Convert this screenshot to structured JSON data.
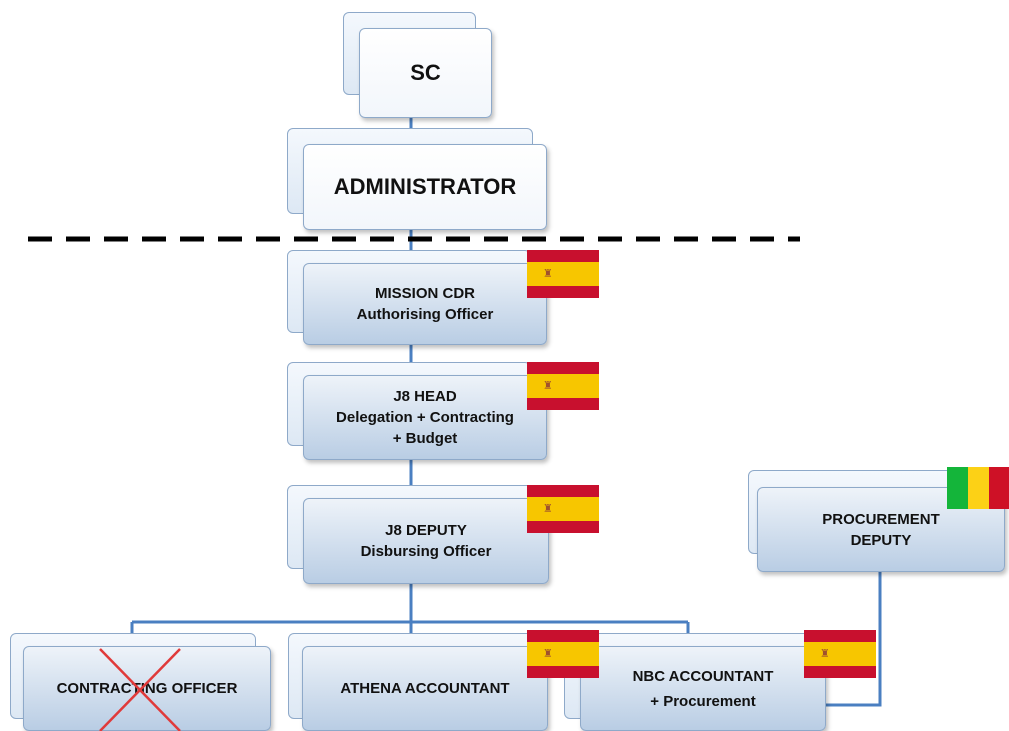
{
  "nodes": {
    "sc": {
      "label": "SC"
    },
    "administrator": {
      "label": "ADMINISTRATOR"
    },
    "mission_cdr": {
      "line1": "MISSION CDR",
      "line2": "Authorising Officer"
    },
    "j8_head": {
      "line1": "J8 HEAD",
      "line2": "Delegation + Contracting",
      "line3": "+ Budget"
    },
    "j8_deputy": {
      "line1": "J8 DEPUTY",
      "line2": "Disbursing Officer"
    },
    "procurement_deputy": {
      "line1": "PROCUREMENT",
      "line2": "DEPUTY"
    },
    "contracting_officer": {
      "label": "CONTRACTING OFFICER",
      "status": "crossed-out"
    },
    "athena_accountant": {
      "label": "ATHENA ACCOUNTANT"
    },
    "nbc_accountant": {
      "line1": "NBC ACCOUNTANT",
      "line2": "+ Procurement"
    }
  },
  "flags": {
    "spain": {
      "icon": "spain-flag-icon",
      "colors": {
        "red": "#c8102e",
        "yellow": "#f7c600"
      }
    },
    "mali": {
      "icon": "mali-flag-icon",
      "colors": {
        "green": "#14b53a",
        "yellow": "#fcd116",
        "red": "#ce1126"
      }
    }
  },
  "colors": {
    "connector": "#4a7fc1",
    "cross": "#e03a3a",
    "divider": "#000000"
  }
}
